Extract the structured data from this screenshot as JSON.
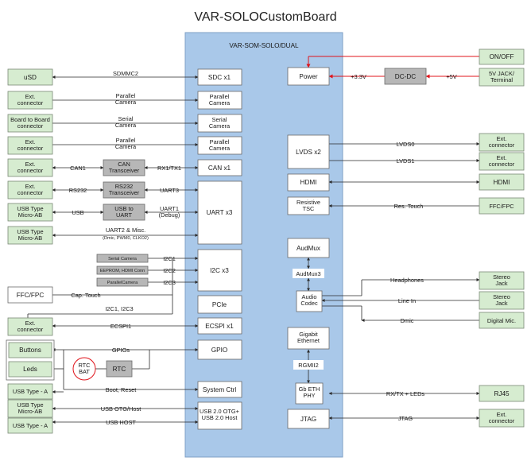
{
  "title": "VAR-SOLOCustomBoard",
  "som_title": "VAR-SOM-SOLO/DUAL",
  "left": {
    "usd": "uSD",
    "ext_connector": "Ext.\nconnector",
    "board_to_board": "Board to Board\nconnector",
    "usb_micro_ab": "USB Type\nMicro-AB",
    "ffc_fpc": "FFC/FPC",
    "buttons": "Buttons",
    "leds": "Leds",
    "usb_type_a": "USB Type - A"
  },
  "right": {
    "on_off": "ON/OFF",
    "jack": "5V JACK/\nTerminal",
    "ext_connector": "Ext.\nconnector",
    "hdmi": "HDMI",
    "ffc_fpc": "FFC/FPC",
    "stereo_jack": "Stereo\nJack",
    "digital_mic": "Digital Mic.",
    "rj45": "RJ45"
  },
  "som_blocks": {
    "sdc": "SDC x1",
    "parallel_camera": "Parallel\nCamera",
    "serial_camera": "Serial\nCamera",
    "can": "CAN x1",
    "uart": "UART x3",
    "i2c": "I2C x3",
    "pcie": "PCIe",
    "ecspi": "ECSPI x1",
    "gpio": "GPIO",
    "system_ctrl": "System Ctrl",
    "usb": "USB 2.0 OTG+\nUSB 2.0 Host",
    "power": "Power",
    "lvds": "LVDS x2",
    "hdmi": "HDMI",
    "resistive_tsc": "Resistive\nTSC",
    "audmux": "AudMux",
    "audmux3": "AudMux3",
    "audio_codec": "Audio\nCodec",
    "gigabit": "Gigabit\nEthernet",
    "rgmii": "RGMII2",
    "gb_phy": "Gb ETH\nPHY",
    "jtag": "JTAG"
  },
  "chips": {
    "dcdc": "DC-DC",
    "can_transceiver": "CAN\nTransceiver",
    "rs232_transceiver": "RS232\nTransceiver",
    "usb_to_uart": "USB to\nUART",
    "rtc": "RTC",
    "rtc_bat": "RTC\nBAT",
    "serial_camera_small": "Serial Camera",
    "eeprom_small": "EEPROM, HDMI Conn",
    "parallel_cam_small": "ParallelCamera"
  },
  "signals": {
    "sdmmc2": "SDMMC2",
    "parallel_camera": "Parallel\nCamera",
    "serial_camera": "Serial\nCamera",
    "can1": "CAN1",
    "rx1tx1": "RX1/TX1",
    "rs232": "RS232",
    "uart3": "UART3",
    "usb": "USB",
    "uart1": "UART1\n(Debug)",
    "uart2_misc": "UART2 & Misc.",
    "uart2_misc_detail": "(Dmic, PWM0, CLKO2)",
    "i2c1": "I2C1",
    "i2c2": "I2C2",
    "i2c3": "I2C3",
    "cap_touch": "Cap. Touch",
    "i2c1_i2c3": "I2C1, I2C3",
    "ecspi1": "ECSPI1",
    "gpios": "GPIOs",
    "boot_reset": "Boot, Reset",
    "usb_otg": "USB OTG/Host",
    "usb_host": "USB HOST",
    "v33": "+3.3V",
    "v5": "+5V",
    "lvds0": "LVDS0",
    "lvds1": "LVDS1",
    "res_touch": "Res. Touch",
    "headphones": "Headphones",
    "line_in": "Line In",
    "dmic": "Dmic",
    "rxtx_leds": "RX/TX + LEDs",
    "jtag": "JTAG"
  }
}
